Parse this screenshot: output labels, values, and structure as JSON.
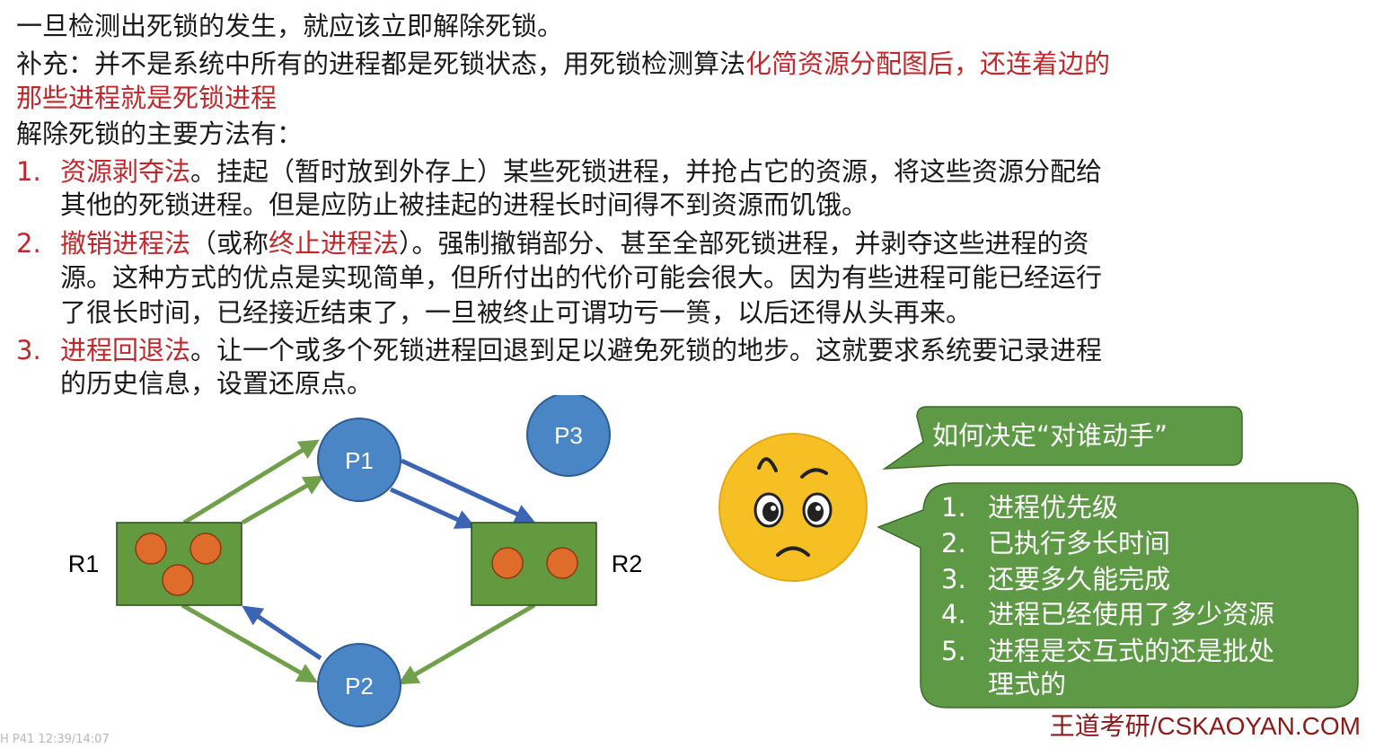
{
  "intro": {
    "line1": "一旦检测出死锁的发生，就应该立即解除死锁。",
    "supplement_prefix": "补充：并不是系统中所有的进程都是死锁状态，用死锁检测算法",
    "supplement_highlight_a": "化简资源分配图后，还连着边的",
    "supplement_highlight_b": "那些进程就是死锁进程",
    "methods_heading": "解除死锁的主要方法有："
  },
  "methods": [
    {
      "number": "1.",
      "name": "资源剥夺法",
      "text_a": "。挂起（暂时放到外存上）某些死锁进程，并抢占它的资源，将这些资源分配给",
      "text_b": "其他的死锁进程。但是应防止被挂起的进程长时间得不到资源而饥饿。"
    },
    {
      "number": "2.",
      "name": "撤销进程法",
      "alias_prefix": "（或称",
      "alias": "终止进程法",
      "text_a": "）。强制撤销部分、甚至全部死锁进程，并剥夺这些进程的资",
      "text_b": "源。这种方式的优点是实现简单，但所付出的代价可能会很大。因为有些进程可能已经运行",
      "text_c": "了很长时间，已经接近结束了，一旦被终止可谓功亏一篑，以后还得从头再来。"
    },
    {
      "number": "3.",
      "name": "进程回退法",
      "text_a": "。让一个或多个死锁进程回退到足以避免死锁的地步。这就要求系统要记录进程",
      "text_b": "的历史信息，设置还原点。"
    }
  ],
  "graph": {
    "processes": [
      "P1",
      "P2",
      "P3"
    ],
    "resources": [
      "R1",
      "R2"
    ],
    "colors": {
      "process": "#4a86c5",
      "resource": "#639a3f",
      "token": "#e06c2c",
      "request_edge": "#70a04a",
      "assign_edge": "#3c64b4"
    }
  },
  "callout": {
    "question": "如何决定“对谁动手”",
    "criteria": [
      {
        "num": "1.",
        "text": "进程优先级"
      },
      {
        "num": "2.",
        "text": "已执行多长时间"
      },
      {
        "num": "3.",
        "text": "还要多久能完成"
      },
      {
        "num": "4.",
        "text": "进程已经使用了多少资源"
      },
      {
        "num": "5.",
        "text": "进程是交互式的还是批处"
      },
      {
        "num": "",
        "text": "理式的"
      }
    ],
    "bubble_color": "#5e9a46",
    "icon": "worried-face-icon"
  },
  "footer": {
    "brand": "王道考研/CSKAOYAN.COM",
    "watermark": "H P41 12:39/14:07"
  }
}
